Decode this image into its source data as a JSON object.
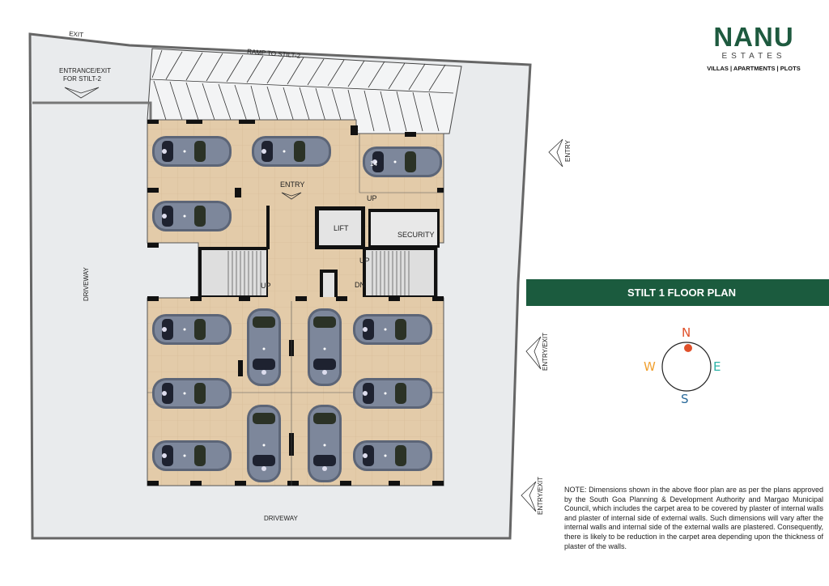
{
  "logo": {
    "brand": "NANU",
    "sub": "ESTATES",
    "tagline": "VILLAS | APARTMENTS | PLOTS"
  },
  "title": "STILT 1 FLOOR PLAN",
  "compass": {
    "n": "N",
    "e": "E",
    "s": "S",
    "w": "W",
    "colors": {
      "n": "#e0502a",
      "e": "#2bb3a8",
      "s": "#2a6a9a",
      "w": "#f0a030"
    }
  },
  "labels": {
    "exit": "EXIT",
    "ramp": "RAMP TO STILT-2",
    "entrance_exit_1": "ENTRANCE/EXIT",
    "entrance_exit_2": "FOR STILT-2",
    "entry_inner": "ENTRY",
    "entry_right": "ENTRY",
    "entry_exit_mid": "ENTRY/EXIT",
    "entry_exit_bottom": "ENTRY/EXIT",
    "driveway_left": "DRIVEWAY",
    "driveway_bottom": "DRIVEWAY",
    "lift": "LIFT",
    "security": "SECURITY",
    "up_top": "UP",
    "up_left_stair": "UP",
    "up_right_stair": "UP",
    "dn_right_stair": "DN",
    "slot_14": "14"
  },
  "note": "NOTE: Dimensions shown in the above floor plan are as per the plans approved by the South Goa Planning  & Development Authority and Margao Municipal Council, which includes the carpet area to be covered by plaster of internal walls and plaster of internal side of external walls. Such dimensions will vary after the internal walls and internal side of the external walls are plastered. Consequently, there is likely to be reduction in the carpet area depending upon the thickness of plaster of the walls.",
  "colors": {
    "brand": "#1b5b3e",
    "floor": "#e3cba9",
    "site": "#e9ebed",
    "car": "#6f7a8e"
  }
}
